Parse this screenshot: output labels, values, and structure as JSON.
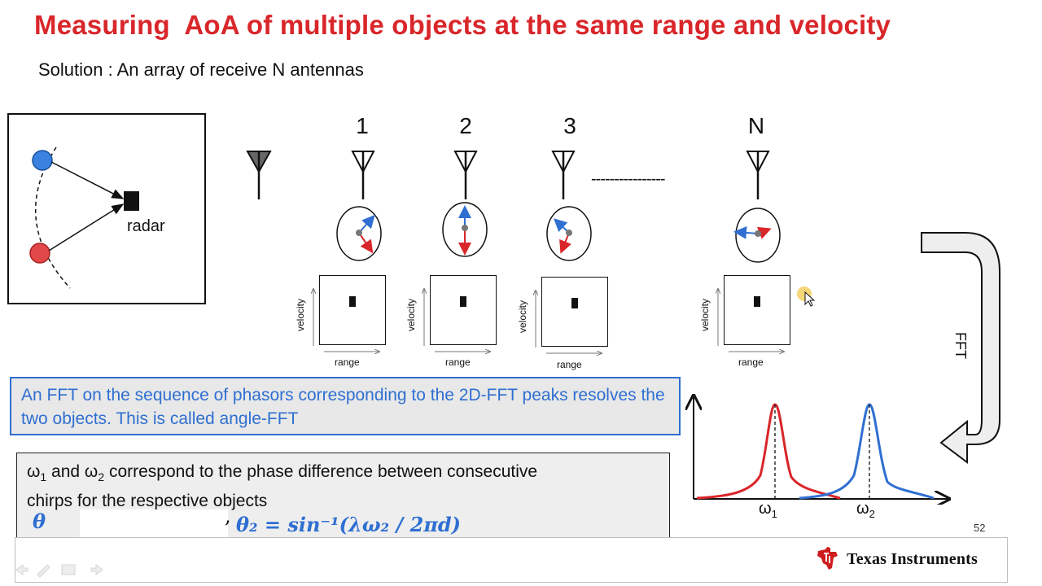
{
  "title": "Measuring  AoA of multiple objects at the same range and velocity",
  "subtitle": "Solution : An array of receive N antennas",
  "scene": {
    "radar_label": "radar"
  },
  "antennas": [
    {
      "label": "1"
    },
    {
      "label": "2"
    },
    {
      "label": "3"
    },
    {
      "label": "N"
    }
  ],
  "antenna_gap_label": "----------------",
  "plot_axes": {
    "y_label": "velocity",
    "x_label": "range"
  },
  "fft_label": "FFT",
  "info_box": {
    "text": "An FFT on the sequence of phasors corresponding to the 2D-FFT peaks resolves the two objects. This is called angle-FFT"
  },
  "note_box": {
    "line1_prefix": "ω",
    "line1_sub1": "1",
    "line1_mid": "  and ω",
    "line1_sub2": "2",
    "line1_rest": " correspond to the phase difference between consecutive",
    "line2": "chirps for the respective objects"
  },
  "formula": {
    "theta1": "θ",
    "theta2": "θ₂ = sin⁻¹(λω₂ / 2πd)"
  },
  "spectrum": {
    "peak1_label": "ω",
    "peak1_sub": "1",
    "peak2_label": "ω",
    "peak2_sub": "2"
  },
  "page_number": "52",
  "brand": "Texas Instruments",
  "colors": {
    "title": "#d9262a",
    "blue": "#2f6fd1",
    "red": "#d9262a"
  }
}
